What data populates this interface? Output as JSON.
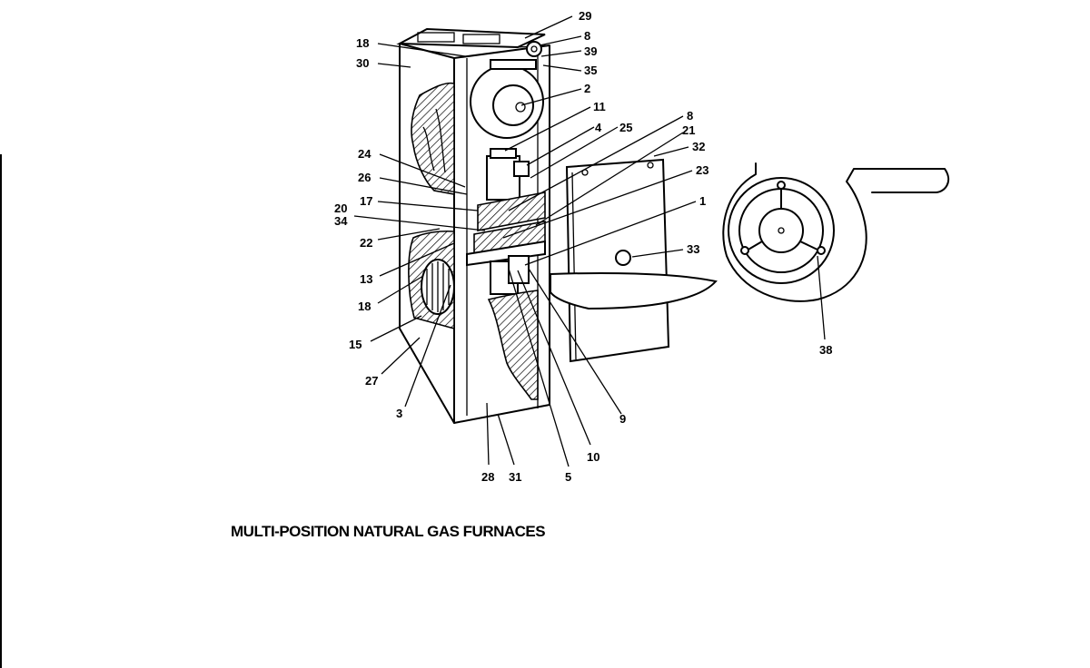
{
  "header": {
    "left_text": "",
    "right_text": ""
  },
  "caption": "MULTI-POSITION NATURAL GAS FURNACES",
  "callouts": {
    "c29": "29",
    "c8a": "8",
    "c39": "39",
    "c35": "35",
    "c2": "2",
    "c11": "11",
    "c4": "4",
    "c25": "25",
    "c8b": "8",
    "c21": "21",
    "c32": "32",
    "c23": "23",
    "c1": "1",
    "c33": "33",
    "c38": "38",
    "c18a": "18",
    "c30": "30",
    "c24": "24",
    "c26": "26",
    "c17": "17",
    "c20": "20",
    "c34": "34",
    "c22": "22",
    "c13": "13",
    "c18b": "18",
    "c15": "15",
    "c27": "27",
    "c3": "3",
    "c28": "28",
    "c31": "31",
    "c5": "5",
    "c10": "10",
    "c9": "9"
  }
}
